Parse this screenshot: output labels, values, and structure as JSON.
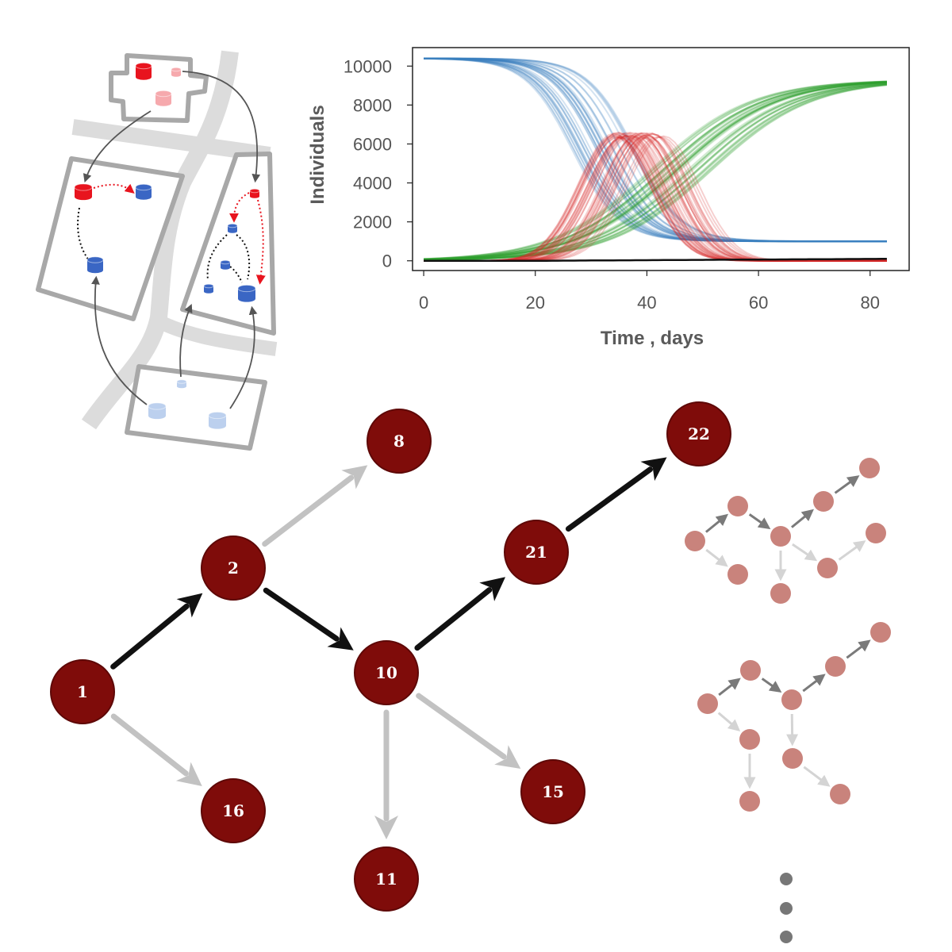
{
  "colors": {
    "susceptible": "#3a7fbf",
    "infected": "#d62728",
    "recovered": "#2ca02c",
    "dead": "#111111",
    "node_dark": "#7f0c0a",
    "node_light": "#c9837c",
    "edge_active": "#111111",
    "edge_inactive": "#c2c2c2",
    "map_red": "#e8141e",
    "map_blue": "#3a66c4",
    "map_pink": "#f6a9ad",
    "map_lightblue": "#bcd0ee"
  },
  "chart_data": {
    "type": "line",
    "title": "",
    "xlabel": "Time , days",
    "ylabel": "Individuals",
    "xlim": [
      -2,
      87
    ],
    "ylim": [
      -500,
      10950
    ],
    "xticks": [
      0,
      20,
      40,
      60,
      80
    ],
    "yticks": [
      0,
      2000,
      4000,
      6000,
      8000,
      10000
    ],
    "grid": false,
    "legend": "none",
    "x_range": [
      0,
      83
    ],
    "ensemble_runs_per_group": 40,
    "series": [
      {
        "group": "susceptible",
        "start": 10400,
        "end": 1000,
        "center_range": [
          26,
          38
        ],
        "width": 4.2
      },
      {
        "group": "infected",
        "peak": 6600,
        "center_range": [
          34,
          44
        ],
        "width": 9
      },
      {
        "group": "recovered",
        "start": 0,
        "end": 9300,
        "center_range": [
          40,
          52
        ],
        "width": 9
      },
      {
        "group": "dead",
        "start": 0,
        "end": 100
      }
    ]
  },
  "tree": {
    "nodes": [
      {
        "id": "n1",
        "label": "1"
      },
      {
        "id": "n2",
        "label": "2"
      },
      {
        "id": "n8",
        "label": "8"
      },
      {
        "id": "n10",
        "label": "10"
      },
      {
        "id": "n11",
        "label": "11"
      },
      {
        "id": "n15",
        "label": "15"
      },
      {
        "id": "n16",
        "label": "16"
      },
      {
        "id": "n21",
        "label": "21"
      },
      {
        "id": "n22",
        "label": "22"
      }
    ],
    "edges": [
      {
        "from": "n1",
        "to": "n2",
        "active": true
      },
      {
        "from": "n2",
        "to": "n10",
        "active": true
      },
      {
        "from": "n10",
        "to": "n21",
        "active": true
      },
      {
        "from": "n21",
        "to": "n22",
        "active": true
      },
      {
        "from": "n2",
        "to": "n8",
        "active": false
      },
      {
        "from": "n1",
        "to": "n16",
        "active": false
      },
      {
        "from": "n10",
        "to": "n11",
        "active": false
      },
      {
        "from": "n10",
        "to": "n15",
        "active": false
      }
    ]
  },
  "ellipsis": "more-trees"
}
